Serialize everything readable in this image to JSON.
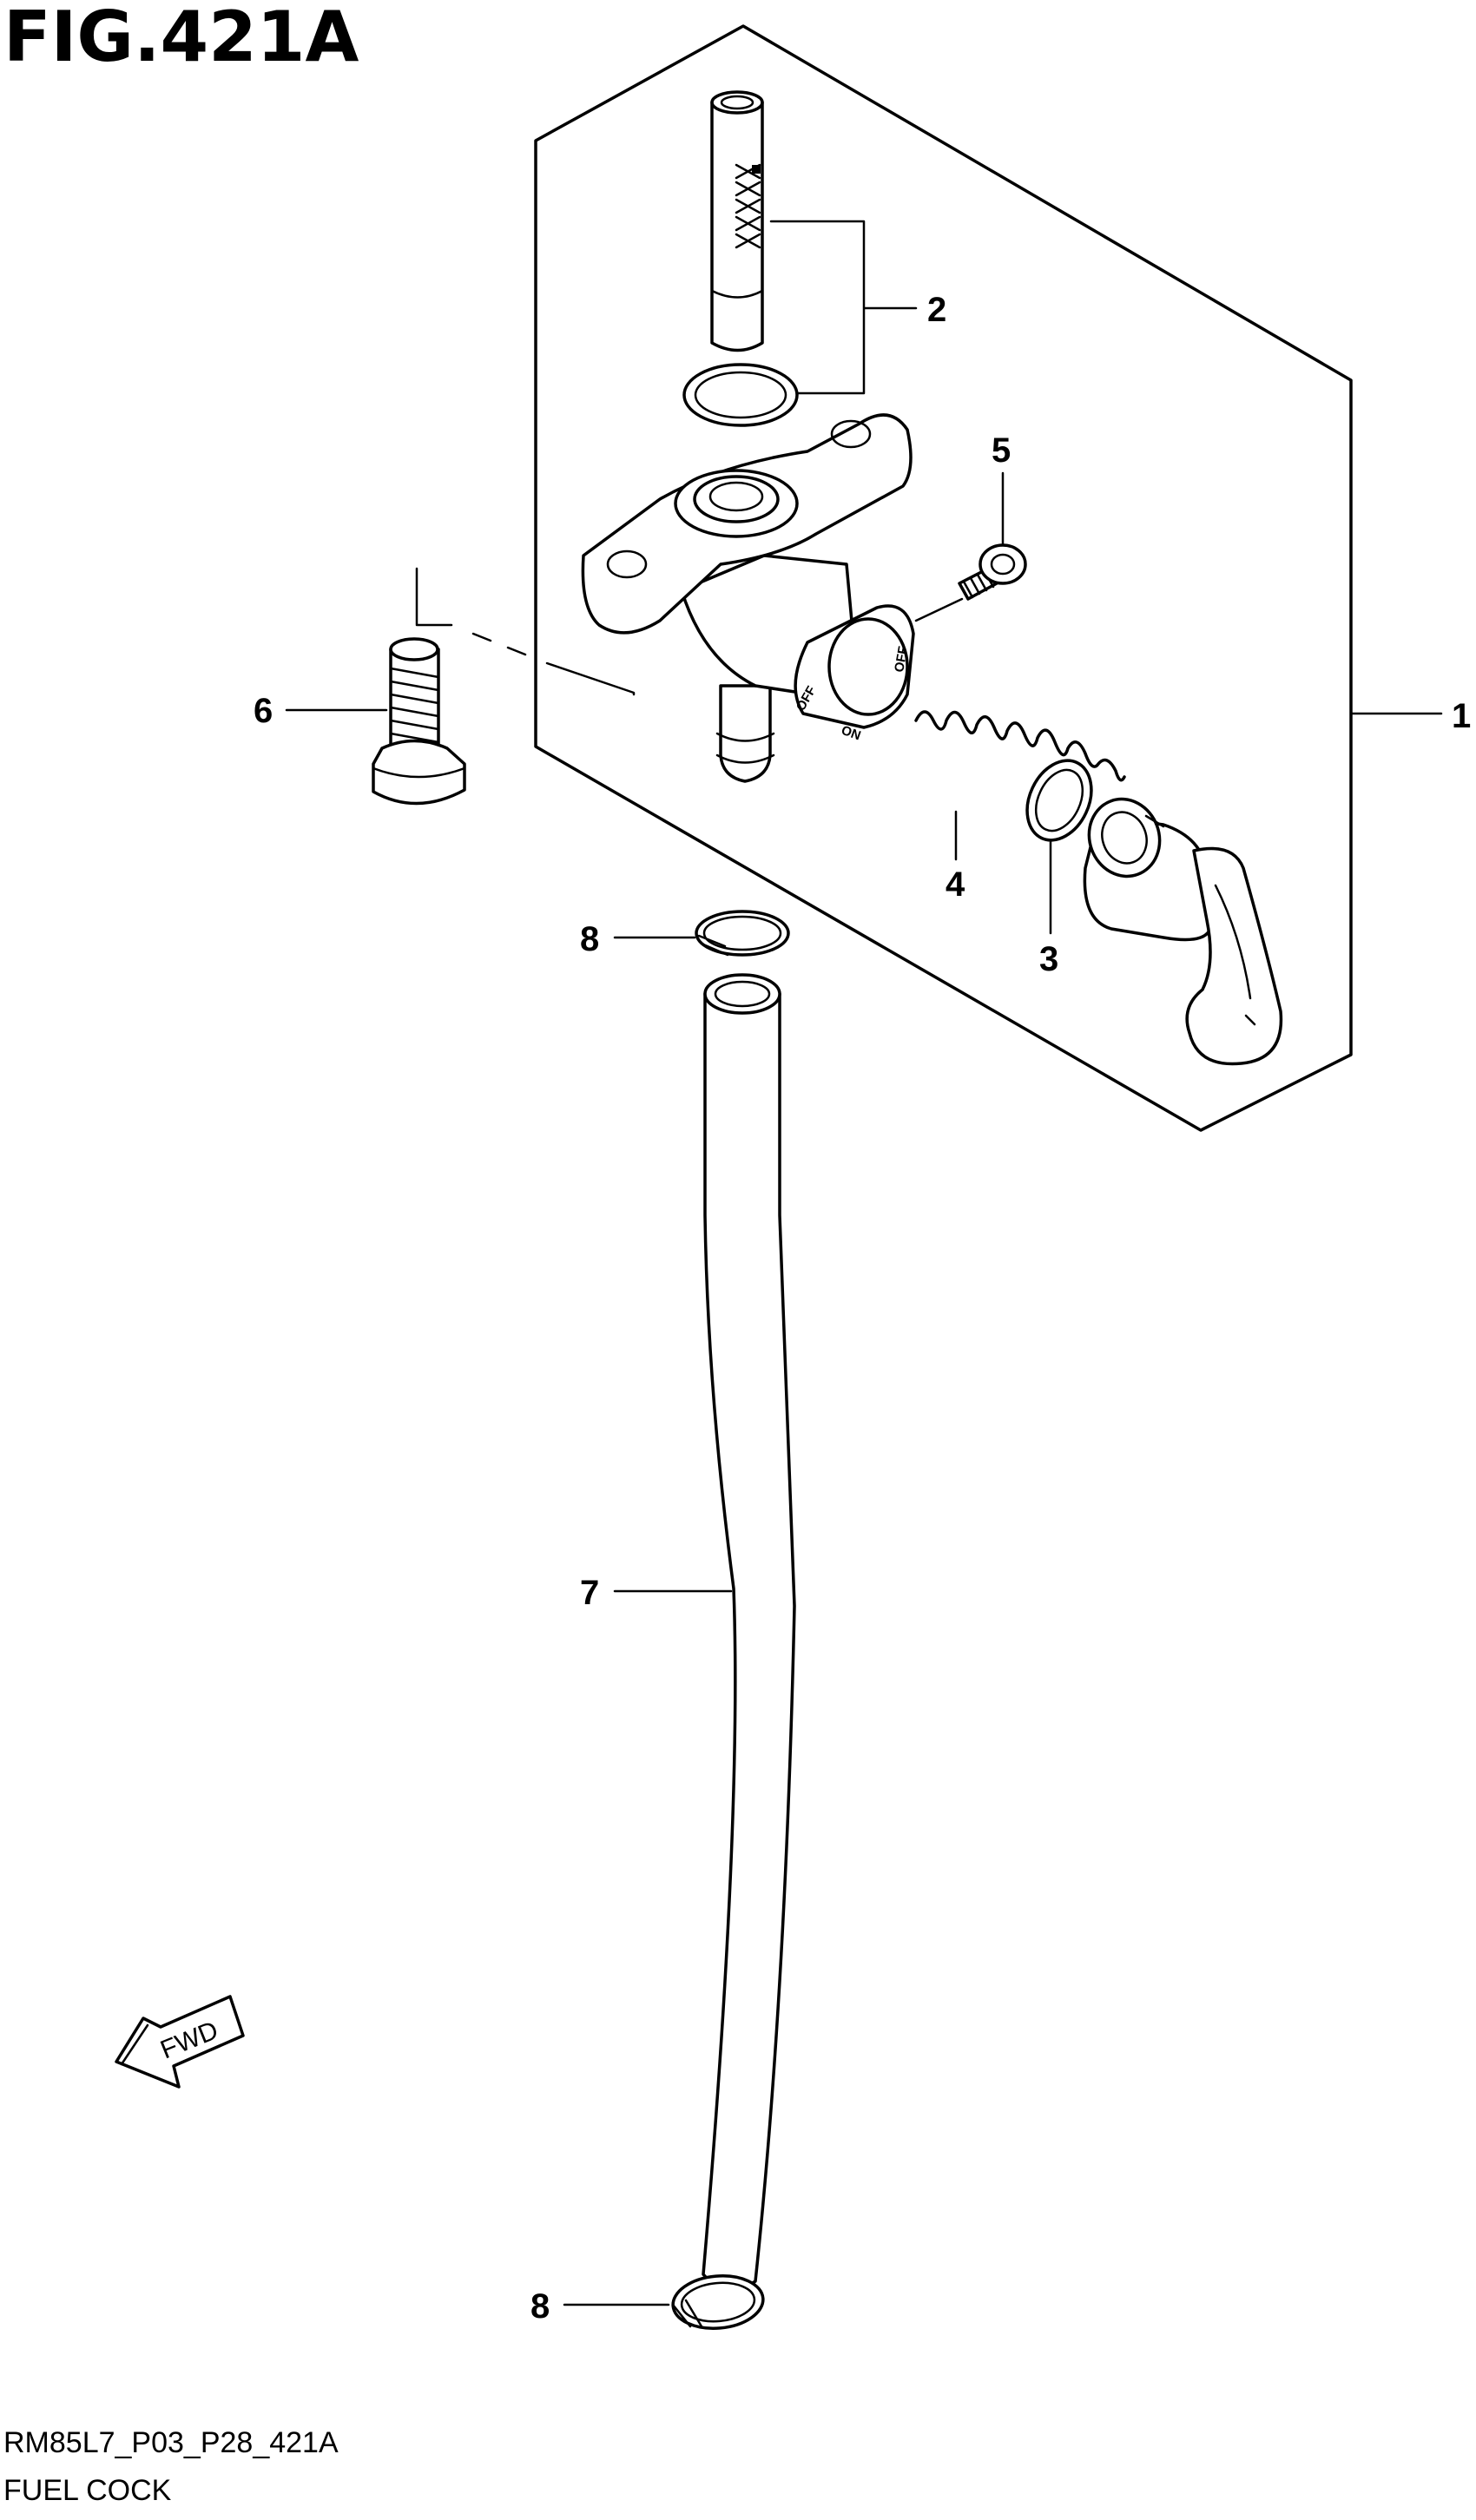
{
  "figure": {
    "title": "FIG.421A",
    "code": "RM85L7_P03_P28_421A",
    "name": "FUEL COCK"
  },
  "callouts": {
    "c1": "1",
    "c2": "2",
    "c3": "3",
    "c4": "4",
    "c5": "5",
    "c6": "6",
    "c7": "7",
    "c8a": "8",
    "c8b": "8"
  },
  "knob": {
    "off_label_a": "OFF",
    "off_label_b": "OFF",
    "on_label": "ON"
  },
  "direction_label": "FWD"
}
